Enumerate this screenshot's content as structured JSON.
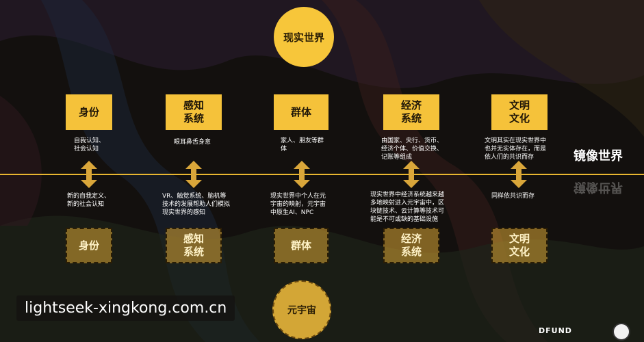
{
  "top_circle": "现实世界",
  "bottom_circle": "元宇宙",
  "mirror_label": "镜像世界",
  "columns": [
    {
      "top_label": "身份",
      "top_desc": "自我认知、\n社会认知",
      "bottom_desc": "新的自我定义、\n新的社会认知",
      "bottom_label": "身份"
    },
    {
      "top_label": "感知\n系统",
      "top_desc": "眼耳鼻舌身意",
      "bottom_desc": "VR、触觉系统、脑机等\n技术的发展帮助人们模拟\n现实世界的感知",
      "bottom_label": "感知\n系统"
    },
    {
      "top_label": "群体",
      "top_desc": "家人、朋友等群\n体",
      "bottom_desc": "现实世界中个人在元\n宇宙的映射，元宇宙\n中原生AI、NPC",
      "bottom_label": "群体"
    },
    {
      "top_label": "经济\n系统",
      "top_desc": "由国家、央行、货币、\n经济个体、价值交换、\n记账等组成",
      "bottom_desc": "现实世界中经济系统越来越\n多地映射进入元宇宙中，区\n块链技术、云计算等技术可\n能是不可或缺的基础设施",
      "bottom_label": "经济\n系统"
    },
    {
      "top_label": "文明\n文化",
      "top_desc": "文明其实在现实世界中\n也并无实体存在，而是\n依人们的共识而存",
      "bottom_desc": "同样依共识而存",
      "bottom_label": "文明\n文化"
    }
  ],
  "watermark": "lightseek-xingkong.com.cn",
  "brand": "DFUND"
}
